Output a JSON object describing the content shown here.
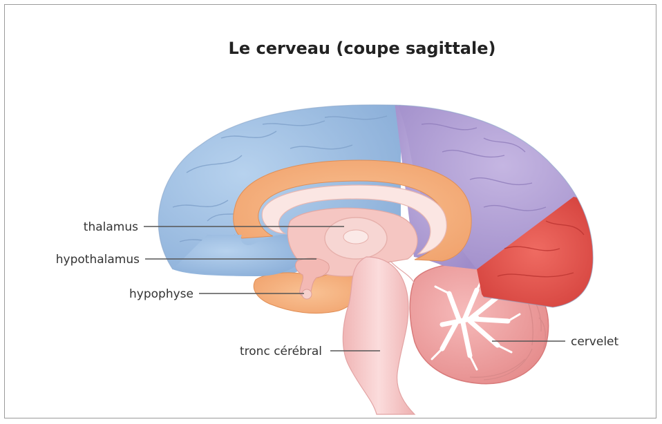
{
  "title": "Le cerveau (coupe sagittale)",
  "labels": {
    "thalamus": "thalamus",
    "hypothalamus": "hypothalamus",
    "hypophyse": "hypophyse",
    "tronc": "tronc cérébral",
    "cervelet": "cervelet"
  },
  "colors": {
    "frontal": "#9cbde0",
    "parietal": "#b3a2d6",
    "occipital": "#e0504a",
    "cingulate": "#f5b07a",
    "deep": "#f6c9c6",
    "cerebellum": "#f2a6a6",
    "brainstem": "#f5c5c5"
  }
}
